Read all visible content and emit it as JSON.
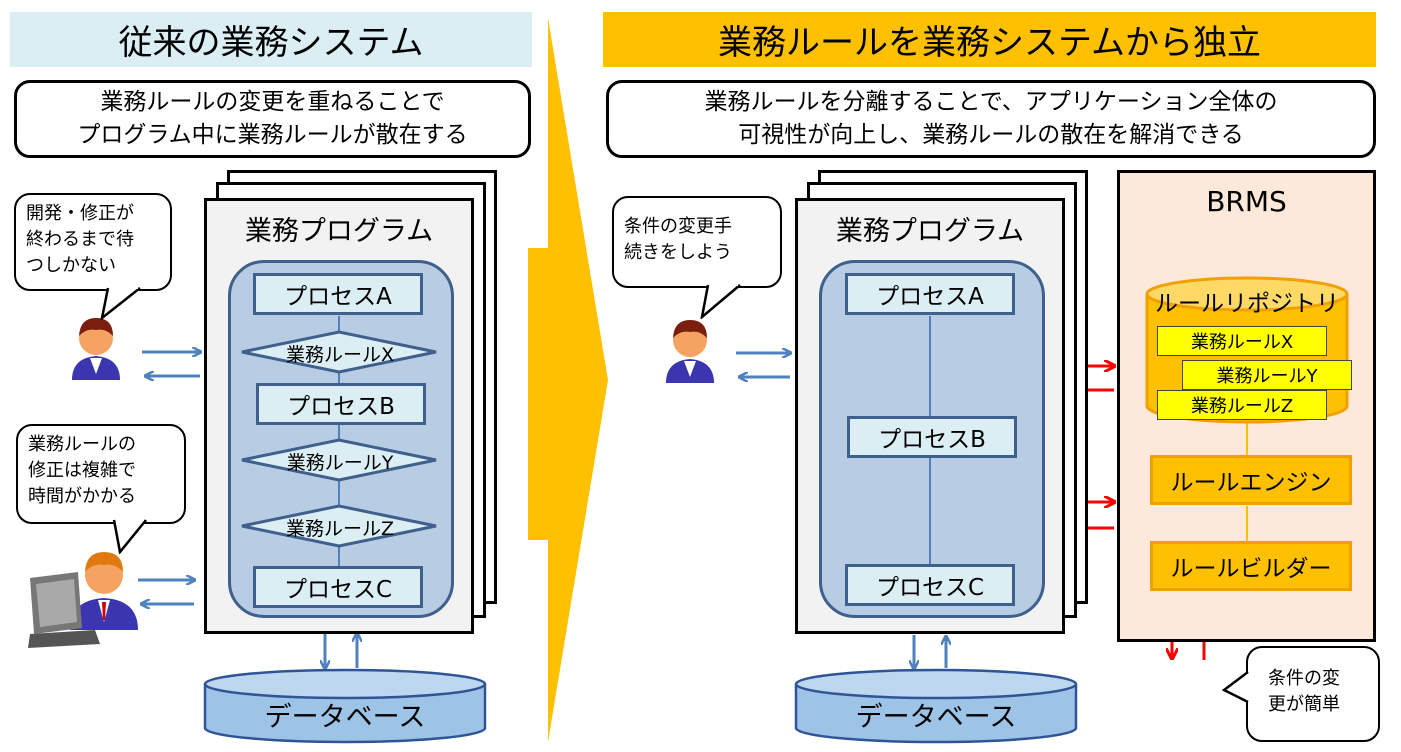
{
  "left": {
    "banner": "従来の業務システム",
    "caption": [
      "業務ルールの変更を重ねることで",
      "プログラム中に業務ルールが散在する"
    ],
    "bubble_top": [
      "開発・修正が",
      "終わるまで待",
      "つしかない"
    ],
    "bubble_bottom": [
      "業務ルールの",
      "修正は複雑で",
      "時間がかかる"
    ],
    "program_title": "業務プログラム",
    "process_a": "プロセスA",
    "rule_x": "業務ルールX",
    "process_b": "プロセスB",
    "rule_y": "業務ルールY",
    "rule_z": "業務ルールZ",
    "process_c": "プロセスC",
    "database": "データベース"
  },
  "right": {
    "banner": "業務ルールを業務システムから独立",
    "caption": [
      "業務ルールを分離することで、アプリケーション全体の",
      "可視性が向上し、業務ルールの散在を解消できる"
    ],
    "bubble_top": [
      "条件の変更手",
      "続きをしよう"
    ],
    "program_title": "業務プログラム",
    "process_a": "プロセスA",
    "process_b": "プロセスB",
    "process_c": "プロセスC",
    "database": "データベース",
    "brms_title": "BRMS",
    "repository": "ルールリポジトリ",
    "rule_x": "業務ルールX",
    "rule_y": "業務ルールY",
    "rule_z": "業務ルールZ",
    "engine": "ルールエンジン",
    "builder": "ルールビルダー",
    "bubble_bottom": [
      "条件の変",
      "更が簡単"
    ]
  },
  "colors": {
    "left_banner": "#daeef3",
    "right_banner": "#ffc000",
    "arrow_blue": "#4f81bd",
    "arrow_red": "#ff0000",
    "chevron": "#ffc000",
    "db_fill": "#9dc3e6"
  },
  "icons": [
    "person-icon",
    "person-at-computer-icon",
    "database-cylinder-icon",
    "repository-cylinder-icon",
    "chevron-arrow-icon"
  ]
}
